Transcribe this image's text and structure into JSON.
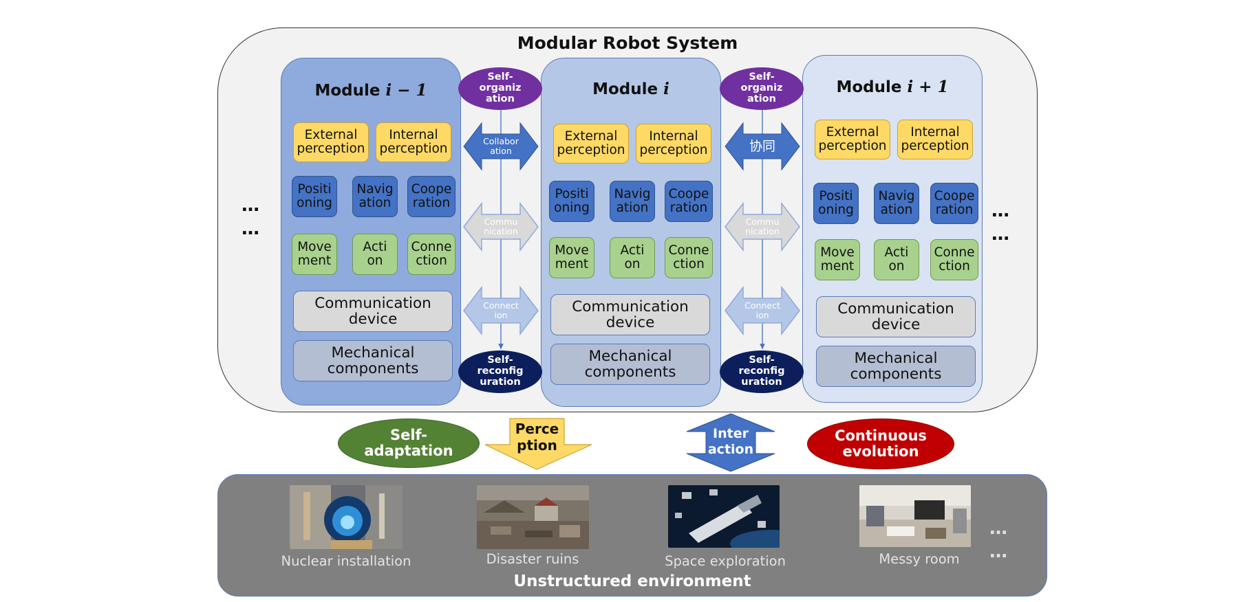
{
  "title": "Modular Robot System",
  "modules": [
    {
      "label": "Module",
      "index": "i − 1"
    },
    {
      "label": "Module",
      "index": "i"
    },
    {
      "label": "Module",
      "index": "i + 1"
    }
  ],
  "cards": {
    "external": [
      "External",
      "perception"
    ],
    "internal": [
      "Internal",
      "perception"
    ],
    "positioning": [
      "Positi",
      "oning"
    ],
    "navigation": [
      "Navig",
      "ation"
    ],
    "cooperation": [
      "Coope",
      "ration"
    ],
    "movement": [
      "Move",
      "ment"
    ],
    "action": [
      "Acti",
      "on"
    ],
    "connection": [
      "Conne",
      "ction"
    ],
    "comm_device": [
      "Communication",
      "device"
    ],
    "mech": [
      "Mechanical",
      "components"
    ]
  },
  "links": [
    {
      "top": [
        "Self-",
        "organiz",
        "ation"
      ],
      "collab": [
        "Collabor",
        "ation"
      ],
      "commu": [
        "Commu",
        "nication"
      ],
      "connect": [
        "Connect",
        "ion"
      ],
      "bottom": [
        "Self-",
        "reconfig",
        "uration"
      ]
    },
    {
      "top": [
        "Self-",
        "organiz",
        "ation"
      ],
      "collab": [
        "协同"
      ],
      "commu": [
        "Commu",
        "nication"
      ],
      "connect": [
        "Connect",
        "ion"
      ],
      "bottom": [
        "Self-",
        "reconfig",
        "uration"
      ]
    }
  ],
  "ellipsis": "…",
  "middle": {
    "self_adaptation": [
      "Self-",
      "adaptation"
    ],
    "perception": [
      "Perce",
      "ption"
    ],
    "interaction": [
      "Inter",
      "action"
    ],
    "continuous_evolution": [
      "Continuous",
      "evolution"
    ]
  },
  "environment": {
    "title": "Unstructured environment",
    "scenes": [
      "Nuclear installation",
      "Disaster ruins",
      "Space exploration",
      "Messy room"
    ]
  },
  "colors": {
    "module_1": "#8faadc",
    "module_2": "#b4c7e7",
    "module_3": "#dae3f3",
    "self_organization": "#7030a0",
    "self_reconfiguration": "#0c1f5c",
    "self_adaptation": "#548235",
    "continuous_evolution": "#c00000",
    "perception_arrow": "#ffd966",
    "interaction_arrow": "#4472c4"
  }
}
